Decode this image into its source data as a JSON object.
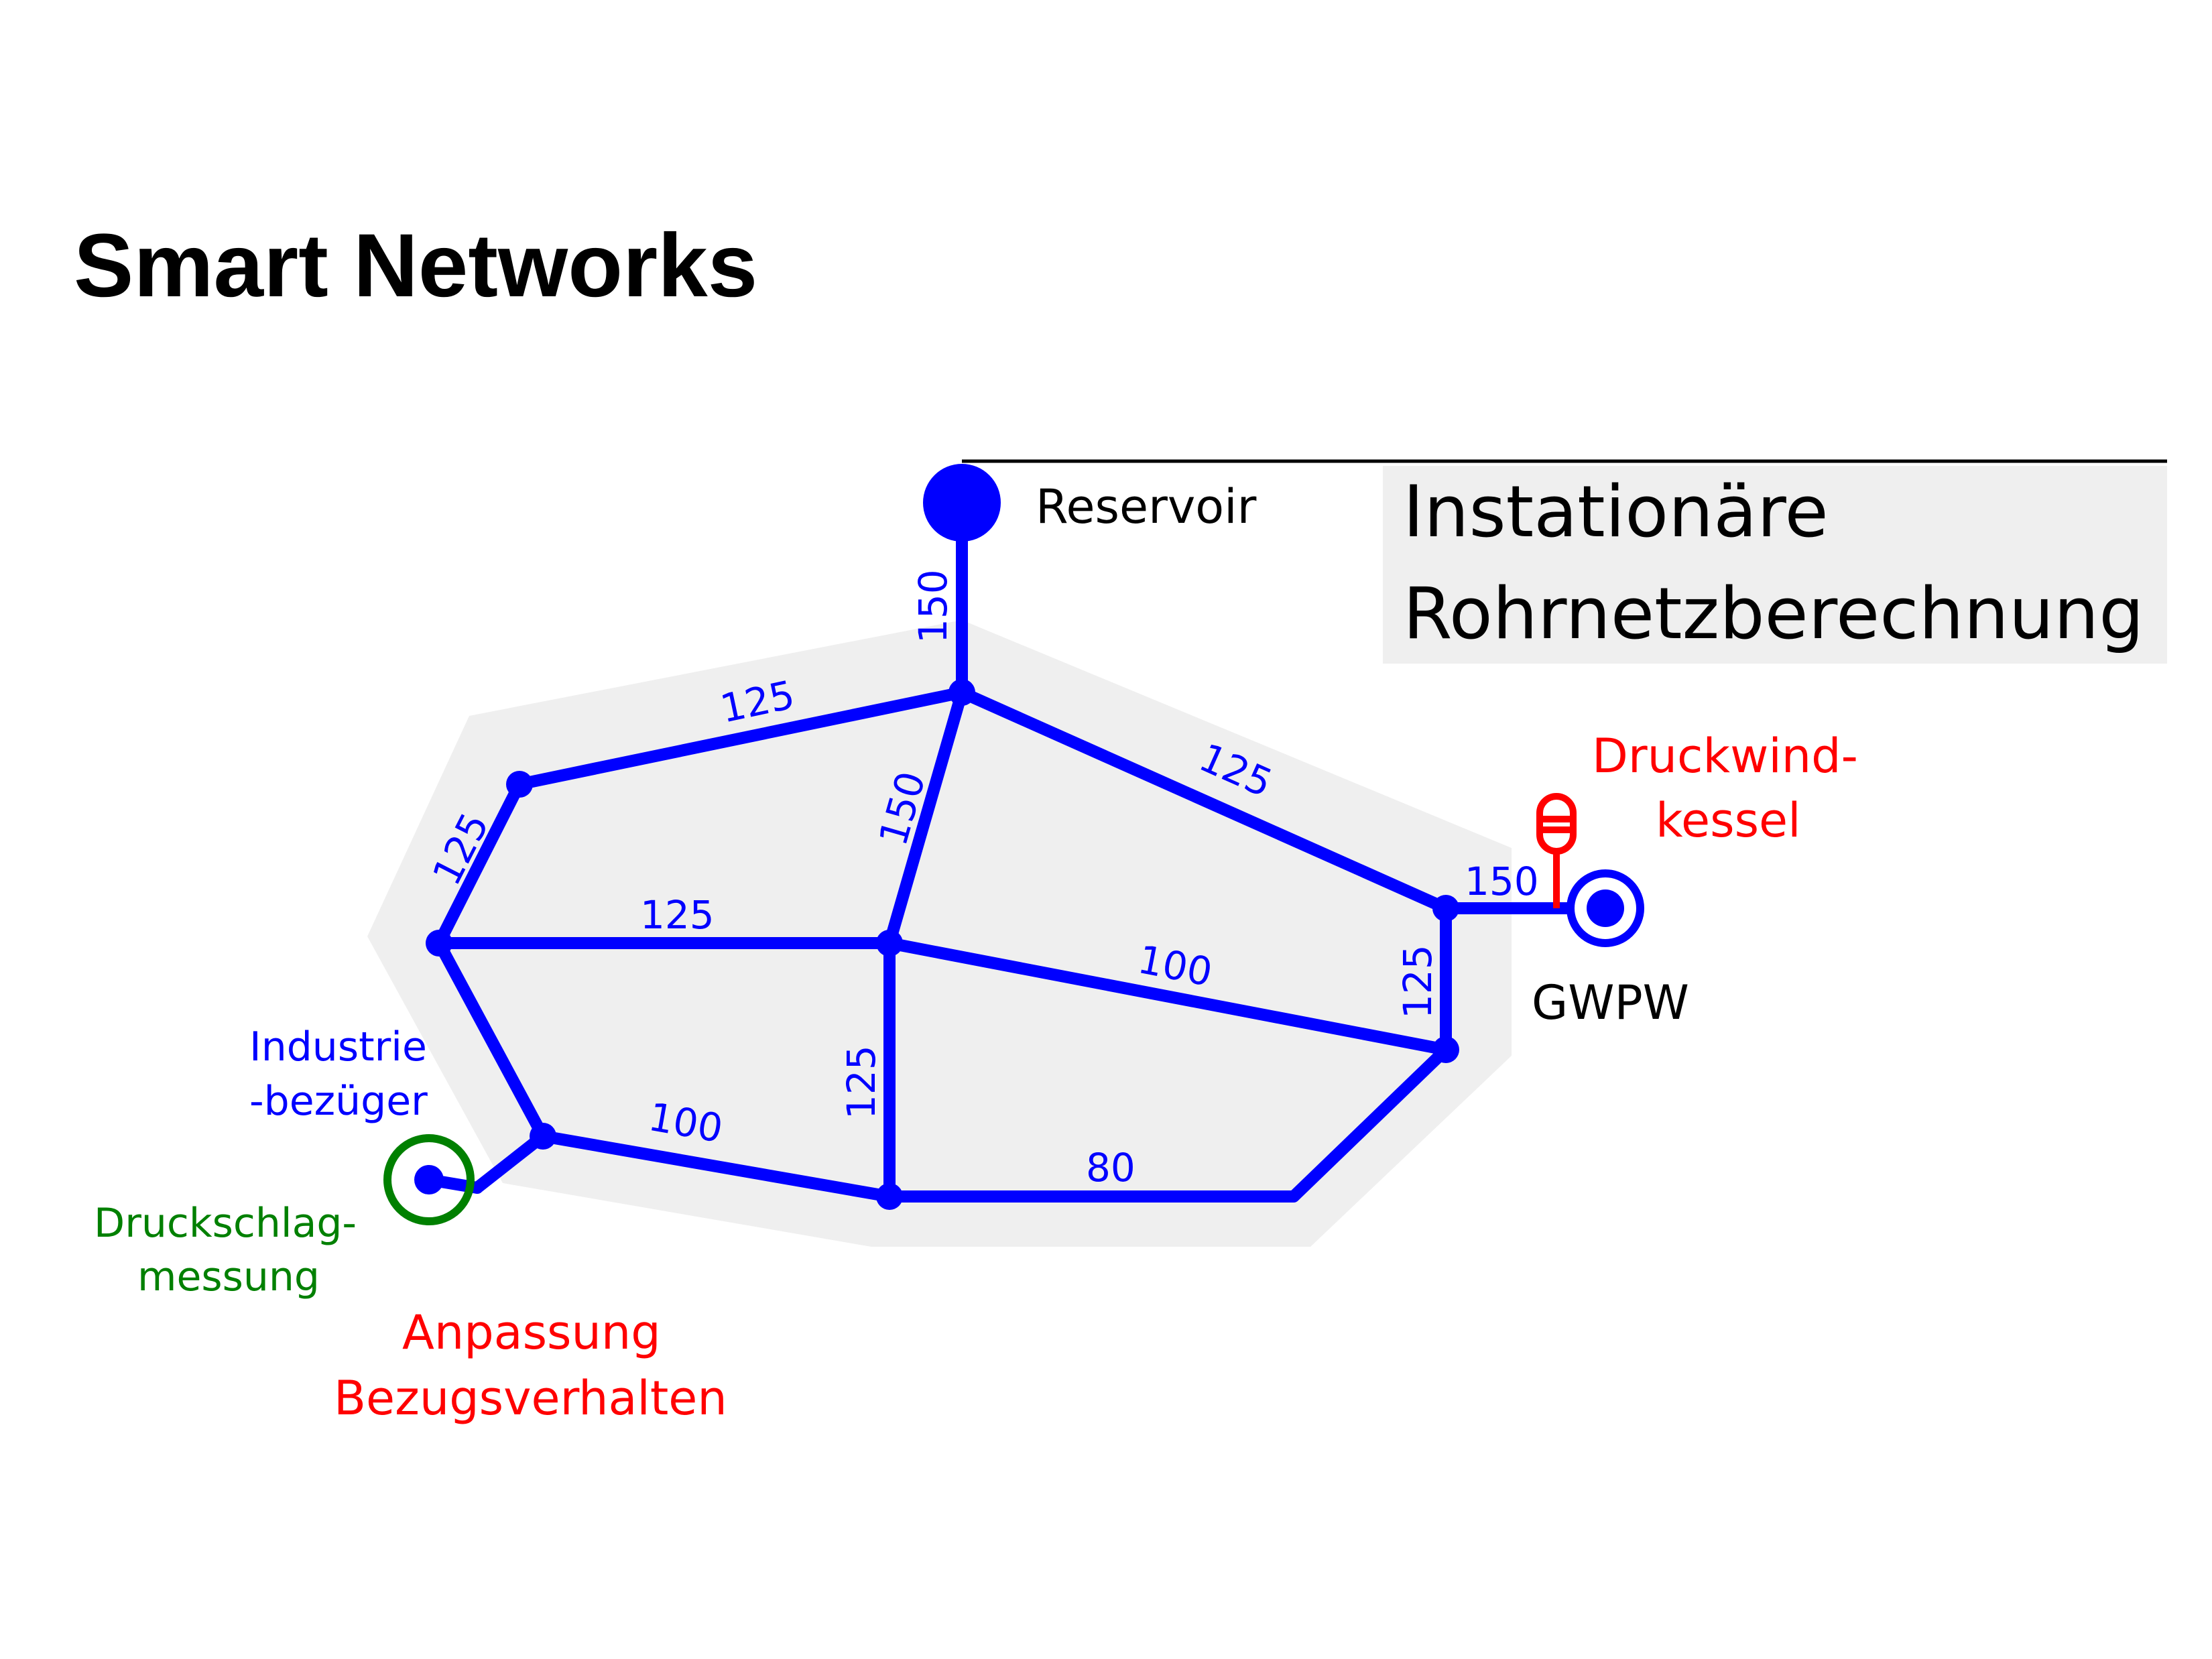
{
  "title": "Smart Networks",
  "box_title": {
    "line1": "Instationäre",
    "line2": "Rohrnetzberechnung"
  },
  "labels": {
    "reservoir": "Reservoir",
    "gwpw": "GWPW",
    "druckwindkessel_1": "Druckwind-",
    "druckwindkessel_2": "kessel",
    "industrie_1": "Industrie",
    "industrie_2": "-bezüger",
    "druckschlag_1": "Druckschlag-",
    "druckschlag_2": "messung",
    "anpassung_1": "Anpassung",
    "anpassung_2": "Bezugsverhalten"
  },
  "pipe_diameters": {
    "reservoir_main": "150",
    "top_left": "125",
    "top_right": "125",
    "left_upper": "125",
    "center_diagonal": "150",
    "middle_horizontal": "125",
    "center_to_right": "100",
    "right_vertical": "125",
    "to_gwpw": "150",
    "center_vertical": "125",
    "lower_left": "100",
    "bottom": "80"
  },
  "colors": {
    "pipe": "#0000ff",
    "accent_red": "#ff0000",
    "accent_green": "#008000",
    "zone_fill": "#efefef",
    "text": "#000000"
  }
}
